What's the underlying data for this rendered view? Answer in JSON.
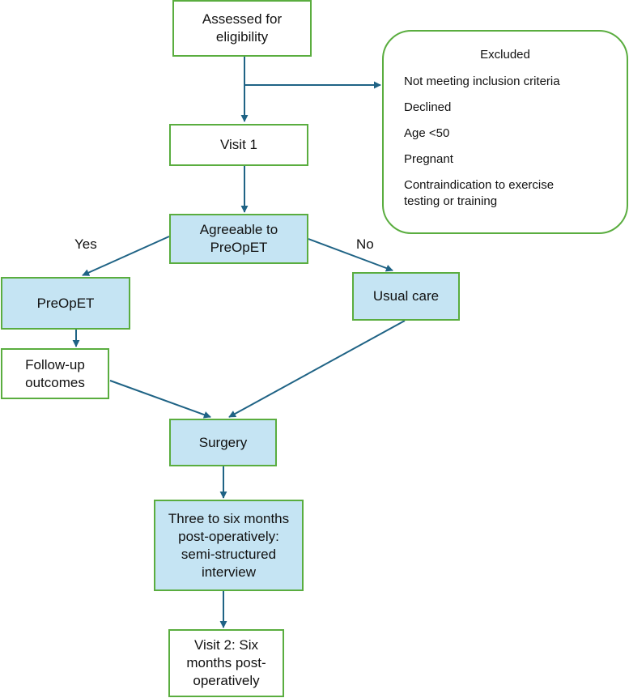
{
  "nodes": {
    "assessed": "Assessed for eligibility",
    "visit1": "Visit 1",
    "agreeable": "Agreeable to PreOpET",
    "preopet": "PreOpET",
    "usual_care": "Usual care",
    "followup": "Follow-up outcomes",
    "surgery": "Surgery",
    "interview": "Three to six months post-operatively: semi-structured interview",
    "visit2": "Visit 2: Six months post-operatively"
  },
  "excluded": {
    "title": "Excluded",
    "items": [
      "Not meeting inclusion criteria",
      "Declined",
      "Age <50",
      "Pregnant",
      "Contraindication to exercise testing or training"
    ]
  },
  "branch_labels": {
    "yes": "Yes",
    "no": "No"
  },
  "colors": {
    "border": "#5aad3f",
    "fill_highlight": "#c5e4f3",
    "arrow": "#1f6385"
  }
}
